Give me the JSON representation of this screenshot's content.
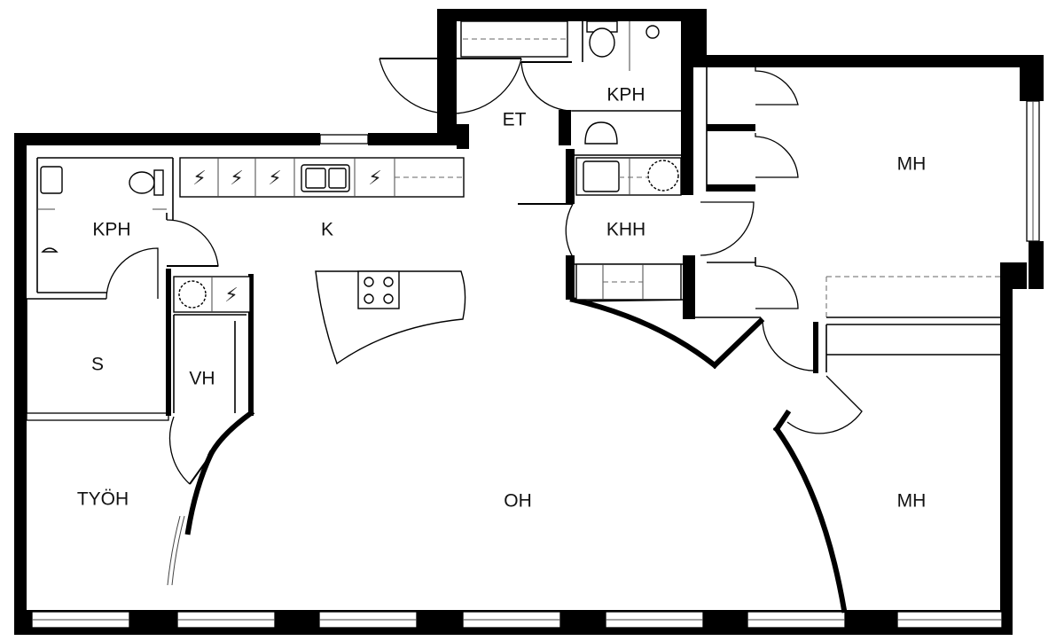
{
  "rooms": [
    {
      "id": "kph-left",
      "label": "KPH"
    },
    {
      "id": "k",
      "label": "K"
    },
    {
      "id": "et",
      "label": "ET"
    },
    {
      "id": "kph-top",
      "label": "KPH"
    },
    {
      "id": "mh-top",
      "label": "MH"
    },
    {
      "id": "khh",
      "label": "KHH"
    },
    {
      "id": "s",
      "label": "S"
    },
    {
      "id": "vh",
      "label": "VH"
    },
    {
      "id": "tyoh",
      "label": "TYÖH"
    },
    {
      "id": "oh",
      "label": "OH"
    },
    {
      "id": "mh-bottom",
      "label": "MH"
    }
  ],
  "symbols": {
    "electric": "⚡",
    "electric_icon": "lightning-bolt-icon",
    "hob_icon": "hob-icon",
    "sink_icon": "sink-icon",
    "toilet_icon": "toilet-icon",
    "shower_icon": "shower-icon",
    "washing_machine_icon": "washing-machine-icon"
  }
}
